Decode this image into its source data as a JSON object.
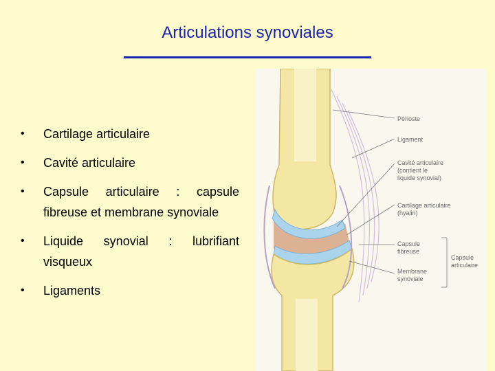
{
  "slide": {
    "title": "Articulations synoviales"
  },
  "bullets": [
    "Cartilage articulaire",
    "Cavité articulaire",
    "Capsule articulaire : capsule fibreuse et membrane synoviale",
    "Liquide synovial : lubrifiant visqueux",
    "Ligaments"
  ],
  "figure": {
    "labels": {
      "periost": "Périoste",
      "ligament": "Ligament",
      "cavite_1": "Cavité articulaire",
      "cavite_2": "(contient le",
      "cavite_3": "liquide synovial)",
      "cartilage_1": "Cartilage articulaire",
      "cartilage_2": "(hyalin)",
      "capsule_1": "Capsule",
      "capsule_2": "fibreuse",
      "capsule_art_1": "Capsule",
      "capsule_art_2": "articulaire",
      "membrane_1": "Membrane",
      "membrane_2": "synoviale"
    },
    "colors": {
      "bone": "#f4e7a4",
      "cartilage": "#a9d4ec",
      "cavity": "#d9a98a",
      "ligament": "#c9b0dc",
      "leader": "#7a7a7a"
    }
  }
}
